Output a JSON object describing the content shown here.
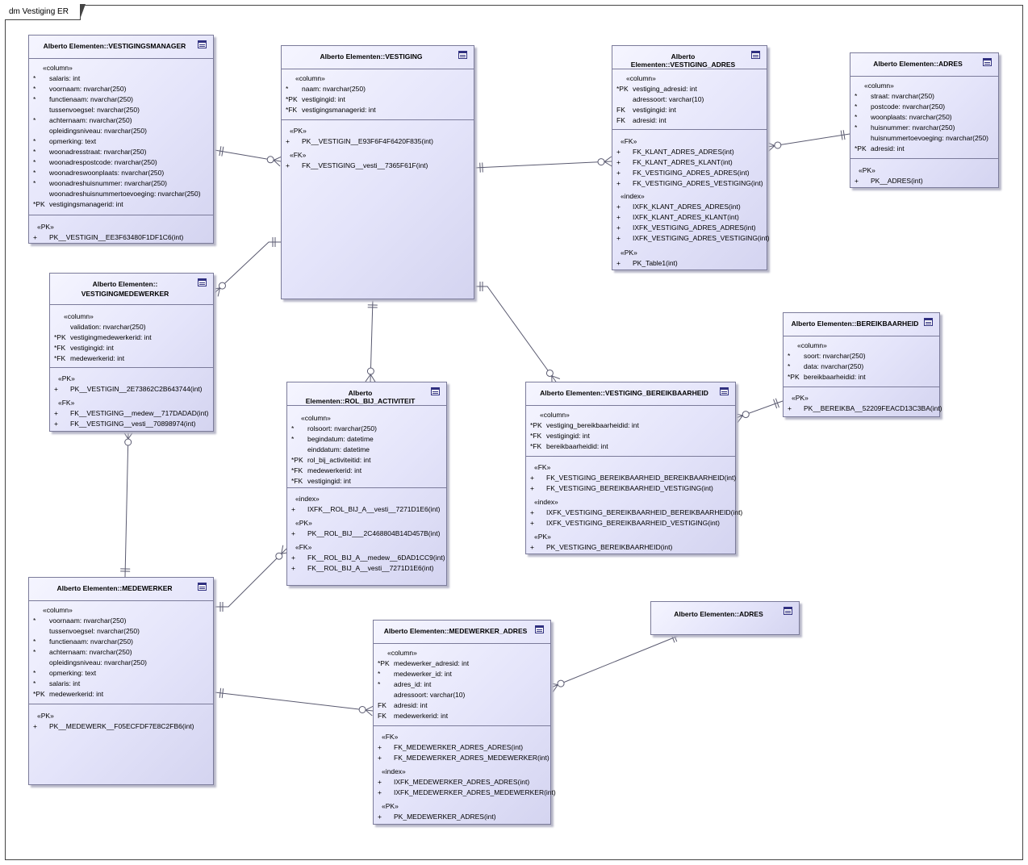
{
  "diagram_label": "dm Vestiging ER",
  "entities": {
    "vestigingsmanager": {
      "title": "Alberto Elementen::VESTIGINGSMANAGER",
      "columns_label": "«column»",
      "columns": [
        {
          "mark": "*",
          "text": "salaris: int"
        },
        {
          "mark": "*",
          "text": "voornaam: nvarchar(250)"
        },
        {
          "mark": "*",
          "text": "functienaam: nvarchar(250)"
        },
        {
          "mark": "",
          "text": "tussenvoegsel: nvarchar(250)"
        },
        {
          "mark": "*",
          "text": "achternaam: nvarchar(250)"
        },
        {
          "mark": "",
          "text": "opleidingsniveau: nvarchar(250)"
        },
        {
          "mark": "*",
          "text": "opmerking: text"
        },
        {
          "mark": "*",
          "text": "woonadresstraat: nvarchar(250)"
        },
        {
          "mark": "*",
          "text": "woonadrespostcode: nvarchar(250)"
        },
        {
          "mark": "*",
          "text": "woonadreswoonplaats: nvarchar(250)"
        },
        {
          "mark": "*",
          "text": "woonadreshuisnummer: nvarchar(250)"
        },
        {
          "mark": "",
          "text": "woonadreshuisnummertoevoeging: nvarchar(250)"
        },
        {
          "mark": "*PK",
          "text": "vestigingsmanagerid: int"
        }
      ],
      "pk_label": "«PK»",
      "pk": [
        {
          "mark": "+",
          "text": "PK__VESTIGIN__EE3F63480F1DF1C6(int)"
        }
      ]
    },
    "vestiging": {
      "title": "Alberto Elementen::VESTIGING",
      "columns_label": "«column»",
      "columns": [
        {
          "mark": "*",
          "text": "naam: nvarchar(250)"
        },
        {
          "mark": "*PK",
          "text": "vestigingid: int"
        },
        {
          "mark": "*FK",
          "text": "vestigingsmanagerid: int"
        }
      ],
      "pk_label": "«PK»",
      "pk": [
        {
          "mark": "+",
          "text": "PK__VESTIGIN__E93F6F4F6420F835(int)"
        }
      ],
      "fk_label": "«FK»",
      "fk": [
        {
          "mark": "+",
          "text": "FK__VESTIGING__vesti__7365F61F(int)"
        }
      ]
    },
    "vestiging_adres": {
      "title": "Alberto Elementen::VESTIGING_ADRES",
      "columns_label": "«column»",
      "columns": [
        {
          "mark": "*PK",
          "text": "vestiging_adresid: int"
        },
        {
          "mark": "",
          "text": "adressoort: varchar(10)"
        },
        {
          "mark": "FK",
          "text": "vestigingid: int"
        },
        {
          "mark": "FK",
          "text": "adresid: int"
        }
      ],
      "fk_label": "«FK»",
      "fk": [
        {
          "mark": "+",
          "text": "FK_KLANT_ADRES_ADRES(int)"
        },
        {
          "mark": "+",
          "text": "FK_KLANT_ADRES_KLANT(int)"
        },
        {
          "mark": "+",
          "text": "FK_VESTIGING_ADRES_ADRES(int)"
        },
        {
          "mark": "+",
          "text": "FK_VESTIGING_ADRES_VESTIGING(int)"
        }
      ],
      "index_label": "«index»",
      "index": [
        {
          "mark": "+",
          "text": "IXFK_KLANT_ADRES_ADRES(int)"
        },
        {
          "mark": "+",
          "text": "IXFK_KLANT_ADRES_KLANT(int)"
        },
        {
          "mark": "+",
          "text": "IXFK_VESTIGING_ADRES_ADRES(int)"
        },
        {
          "mark": "+",
          "text": "IXFK_VESTIGING_ADRES_VESTIGING(int)"
        }
      ],
      "pk_label": "«PK»",
      "pk": [
        {
          "mark": "+",
          "text": "PK_Table1(int)"
        }
      ]
    },
    "adres": {
      "title": "Alberto Elementen::ADRES",
      "columns_label": "«column»",
      "columns": [
        {
          "mark": "*",
          "text": "straat: nvarchar(250)"
        },
        {
          "mark": "*",
          "text": "postcode: nvarchar(250)"
        },
        {
          "mark": "*",
          "text": "woonplaats: nvarchar(250)"
        },
        {
          "mark": "*",
          "text": "huisnummer: nvarchar(250)"
        },
        {
          "mark": "",
          "text": "huisnummertoevoeging: nvarchar(250)"
        },
        {
          "mark": "*PK",
          "text": "adresid: int"
        }
      ],
      "pk_label": "«PK»",
      "pk": [
        {
          "mark": "+",
          "text": "PK__ADRES(int)"
        }
      ]
    },
    "vestigingmedewerker": {
      "title_line1": "Alberto Elementen::",
      "title_line2": "VESTIGINGMEDEWERKER",
      "columns_label": "«column»",
      "columns": [
        {
          "mark": "",
          "text": "validation: nvarchar(250)"
        },
        {
          "mark": "*PK",
          "text": "vestigingmedewerkerid: int"
        },
        {
          "mark": "*FK",
          "text": "vestigingid: int"
        },
        {
          "mark": "*FK",
          "text": "medewerkerid: int"
        }
      ],
      "pk_label": "«PK»",
      "pk": [
        {
          "mark": "+",
          "text": "PK__VESTIGIN__2E73862C2B643744(int)"
        }
      ],
      "fk_label": "«FK»",
      "fk": [
        {
          "mark": "+",
          "text": "FK__VESTIGING__medew__717DADAD(int)"
        },
        {
          "mark": "+",
          "text": "FK__VESTIGING__vesti__70898974(int)"
        }
      ]
    },
    "rol_bij_activiteit": {
      "title": "Alberto Elementen::ROL_BIJ_ACTIVITEIT",
      "columns_label": "«column»",
      "columns": [
        {
          "mark": "*",
          "text": "rolsoort: nvarchar(250)"
        },
        {
          "mark": "*",
          "text": "begindatum: datetime"
        },
        {
          "mark": "",
          "text": "einddatum: datetime"
        },
        {
          "mark": "*PK",
          "text": "rol_bij_activiteitid: int"
        },
        {
          "mark": "*FK",
          "text": "medewerkerid: int"
        },
        {
          "mark": "*FK",
          "text": "vestigingid: int"
        }
      ],
      "index_label": "«index»",
      "index": [
        {
          "mark": "+",
          "text": "IXFK__ROL_BIJ_A__vesti__7271D1E6(int)"
        }
      ],
      "pk_label": "«PK»",
      "pk": [
        {
          "mark": "+",
          "text": "PK__ROL_BIJ___2C468804B14D457B(int)"
        }
      ],
      "fk_label": "«FK»",
      "fk": [
        {
          "mark": "+",
          "text": "FK__ROL_BIJ_A__medew__6DAD1CC9(int)"
        },
        {
          "mark": "+",
          "text": "FK__ROL_BIJ_A__vesti__7271D1E6(int)"
        }
      ]
    },
    "vestiging_bereikbaarheid": {
      "title": "Alberto Elementen::VESTIGING_BEREIKBAARHEID",
      "columns_label": "«column»",
      "columns": [
        {
          "mark": "*PK",
          "text": "vestiging_bereikbaarheidid: int"
        },
        {
          "mark": "*FK",
          "text": "vestigingid: int"
        },
        {
          "mark": "*FK",
          "text": "bereikbaarheidid: int"
        }
      ],
      "fk_label": "«FK»",
      "fk": [
        {
          "mark": "+",
          "text": "FK_VESTIGING_BEREIKBAARHEID_BEREIKBAARHEID(int)"
        },
        {
          "mark": "+",
          "text": "FK_VESTIGING_BEREIKBAARHEID_VESTIGING(int)"
        }
      ],
      "index_label": "«index»",
      "index": [
        {
          "mark": "+",
          "text": "IXFK_VESTIGING_BEREIKBAARHEID_BEREIKBAARHEID(int)"
        },
        {
          "mark": "+",
          "text": "IXFK_VESTIGING_BEREIKBAARHEID_VESTIGING(int)"
        }
      ],
      "pk_label": "«PK»",
      "pk": [
        {
          "mark": "+",
          "text": "PK_VESTIGING_BEREIKBAARHEID(int)"
        }
      ]
    },
    "bereikbaarheid": {
      "title": "Alberto Elementen::BEREIKBAARHEID",
      "columns_label": "«column»",
      "columns": [
        {
          "mark": "*",
          "text": "soort: nvarchar(250)"
        },
        {
          "mark": "*",
          "text": "data: nvarchar(250)"
        },
        {
          "mark": "*PK",
          "text": "bereikbaarheidid: int"
        }
      ],
      "pk_label": "«PK»",
      "pk": [
        {
          "mark": "+",
          "text": "PK__BEREIKBA__52209FEACD13C3BA(int)"
        }
      ]
    },
    "medewerker": {
      "title": "Alberto Elementen::MEDEWERKER",
      "columns_label": "«column»",
      "columns": [
        {
          "mark": "*",
          "text": "voornaam: nvarchar(250)"
        },
        {
          "mark": "",
          "text": "tussenvoegsel: nvarchar(250)"
        },
        {
          "mark": "*",
          "text": "functienaam: nvarchar(250)"
        },
        {
          "mark": "*",
          "text": "achternaam: nvarchar(250)"
        },
        {
          "mark": "",
          "text": "opleidingsniveau: nvarchar(250)"
        },
        {
          "mark": "*",
          "text": "opmerking: text"
        },
        {
          "mark": "*",
          "text": "salaris: int"
        },
        {
          "mark": "*PK",
          "text": "medewerkerid: int"
        }
      ],
      "pk_label": "«PK»",
      "pk": [
        {
          "mark": "+",
          "text": "PK__MEDEWERK__F05ECFDF7E8C2FB6(int)"
        }
      ]
    },
    "adres2": {
      "title": "Alberto Elementen::ADRES"
    },
    "medewerker_adres": {
      "title": "Alberto Elementen::MEDEWERKER_ADRES",
      "columns_label": "«column»",
      "columns": [
        {
          "mark": "*PK",
          "text": "medewerker_adresid: int"
        },
        {
          "mark": "*",
          "text": "medewerker_id: int"
        },
        {
          "mark": "*",
          "text": "adres_id: int"
        },
        {
          "mark": "",
          "text": "adressoort: varchar(10)"
        },
        {
          "mark": "FK",
          "text": "adresid: int"
        },
        {
          "mark": "FK",
          "text": "medewerkerid: int"
        }
      ],
      "fk_label": "«FK»",
      "fk": [
        {
          "mark": "+",
          "text": "FK_MEDEWERKER_ADRES_ADRES(int)"
        },
        {
          "mark": "+",
          "text": "FK_MEDEWERKER_ADRES_MEDEWERKER(int)"
        }
      ],
      "index_label": "«index»",
      "index": [
        {
          "mark": "+",
          "text": "IXFK_MEDEWERKER_ADRES_ADRES(int)"
        },
        {
          "mark": "+",
          "text": "IXFK_MEDEWERKER_ADRES_MEDEWERKER(int)"
        }
      ],
      "pk_label": "«PK»",
      "pk": [
        {
          "mark": "+",
          "text": "PK_MEDEWERKER_ADRES(int)"
        }
      ]
    }
  },
  "relationships": [
    {
      "from": "vestigingsmanager",
      "to": "vestiging",
      "from_card": "one",
      "to_card": "zero-or-many"
    },
    {
      "from": "vestiging",
      "to": "vestiging_adres",
      "from_card": "one",
      "to_card": "zero-or-many"
    },
    {
      "from": "adres",
      "to": "vestiging_adres",
      "from_card": "one",
      "to_card": "zero-or-many"
    },
    {
      "from": "vestiging",
      "to": "vestigingmedewerker",
      "from_card": "one",
      "to_card": "zero-or-many"
    },
    {
      "from": "vestiging",
      "to": "rol_bij_activiteit",
      "from_card": "one",
      "to_card": "zero-or-many"
    },
    {
      "from": "vestiging",
      "to": "vestiging_bereikbaarheid",
      "from_card": "one",
      "to_card": "zero-or-many"
    },
    {
      "from": "bereikbaarheid",
      "to": "vestiging_bereikbaarheid",
      "from_card": "one",
      "to_card": "zero-or-many"
    },
    {
      "from": "medewerker",
      "to": "vestigingmedewerker",
      "from_card": "one",
      "to_card": "zero-or-many"
    },
    {
      "from": "medewerker",
      "to": "rol_bij_activiteit",
      "from_card": "one",
      "to_card": "zero-or-many"
    },
    {
      "from": "medewerker",
      "to": "medewerker_adres",
      "from_card": "one",
      "to_card": "zero-or-many"
    },
    {
      "from": "adres2",
      "to": "medewerker_adres",
      "from_card": "one",
      "to_card": "zero-or-many"
    }
  ],
  "colors": {
    "entity_fill_light": "#f5f5ff",
    "entity_fill_dark": "#d4d4f0",
    "entity_border": "#7b7b9a",
    "line": "#5a5a70"
  }
}
